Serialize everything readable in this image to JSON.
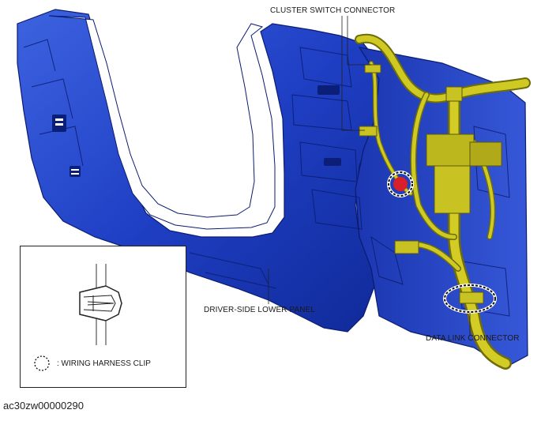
{
  "figure": {
    "callouts": {
      "cluster_switch_connector": "CLUSTER SWITCH CONNECTOR",
      "driver_side_lower_panel": "DRIVER-SIDE LOWER PANEL",
      "data_link_connector": "DATA LINK CONNECTOR"
    },
    "inset": {
      "legend_text": ": WIRING HARNESS CLIP"
    },
    "image_code": "ac30zw00000290",
    "colors": {
      "panel_blue": "#1f3fc4",
      "panel_blue_dark": "#0f2590",
      "panel_blue_light": "#4f72e8",
      "harness_yellow": "#c9c21e",
      "harness_yellow_dark": "#7d7a10",
      "clip_red": "#d8202a"
    }
  }
}
